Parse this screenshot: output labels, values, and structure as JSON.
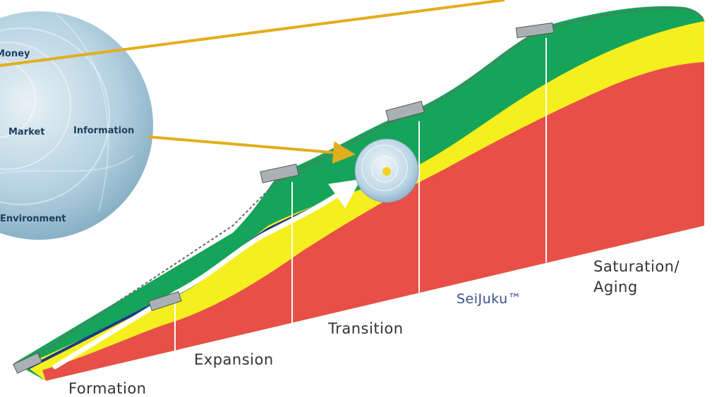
{
  "colors": {
    "green": "#16a35a",
    "yellow": "#f6ef1f",
    "red": "#e84f48",
    "circle": "#9fc3d6",
    "arrow": "#e3ad1b",
    "road": "#cfd6d8",
    "blue_line": "#1b3a8a"
  },
  "circle_labels": {
    "money": "Money",
    "market": "Market",
    "information": "Information",
    "environment": "Environment"
  },
  "stages": {
    "formation": "Formation",
    "expansion": "Expansion",
    "transition": "Transition",
    "seijuku": "SeiJuku™",
    "saturation_line1": "Saturation/",
    "saturation_line2": "Aging"
  },
  "icons": {
    "vehicle": "truck-icon",
    "small_circle": "business-circle-icon",
    "arrows": "arrow-icon"
  }
}
